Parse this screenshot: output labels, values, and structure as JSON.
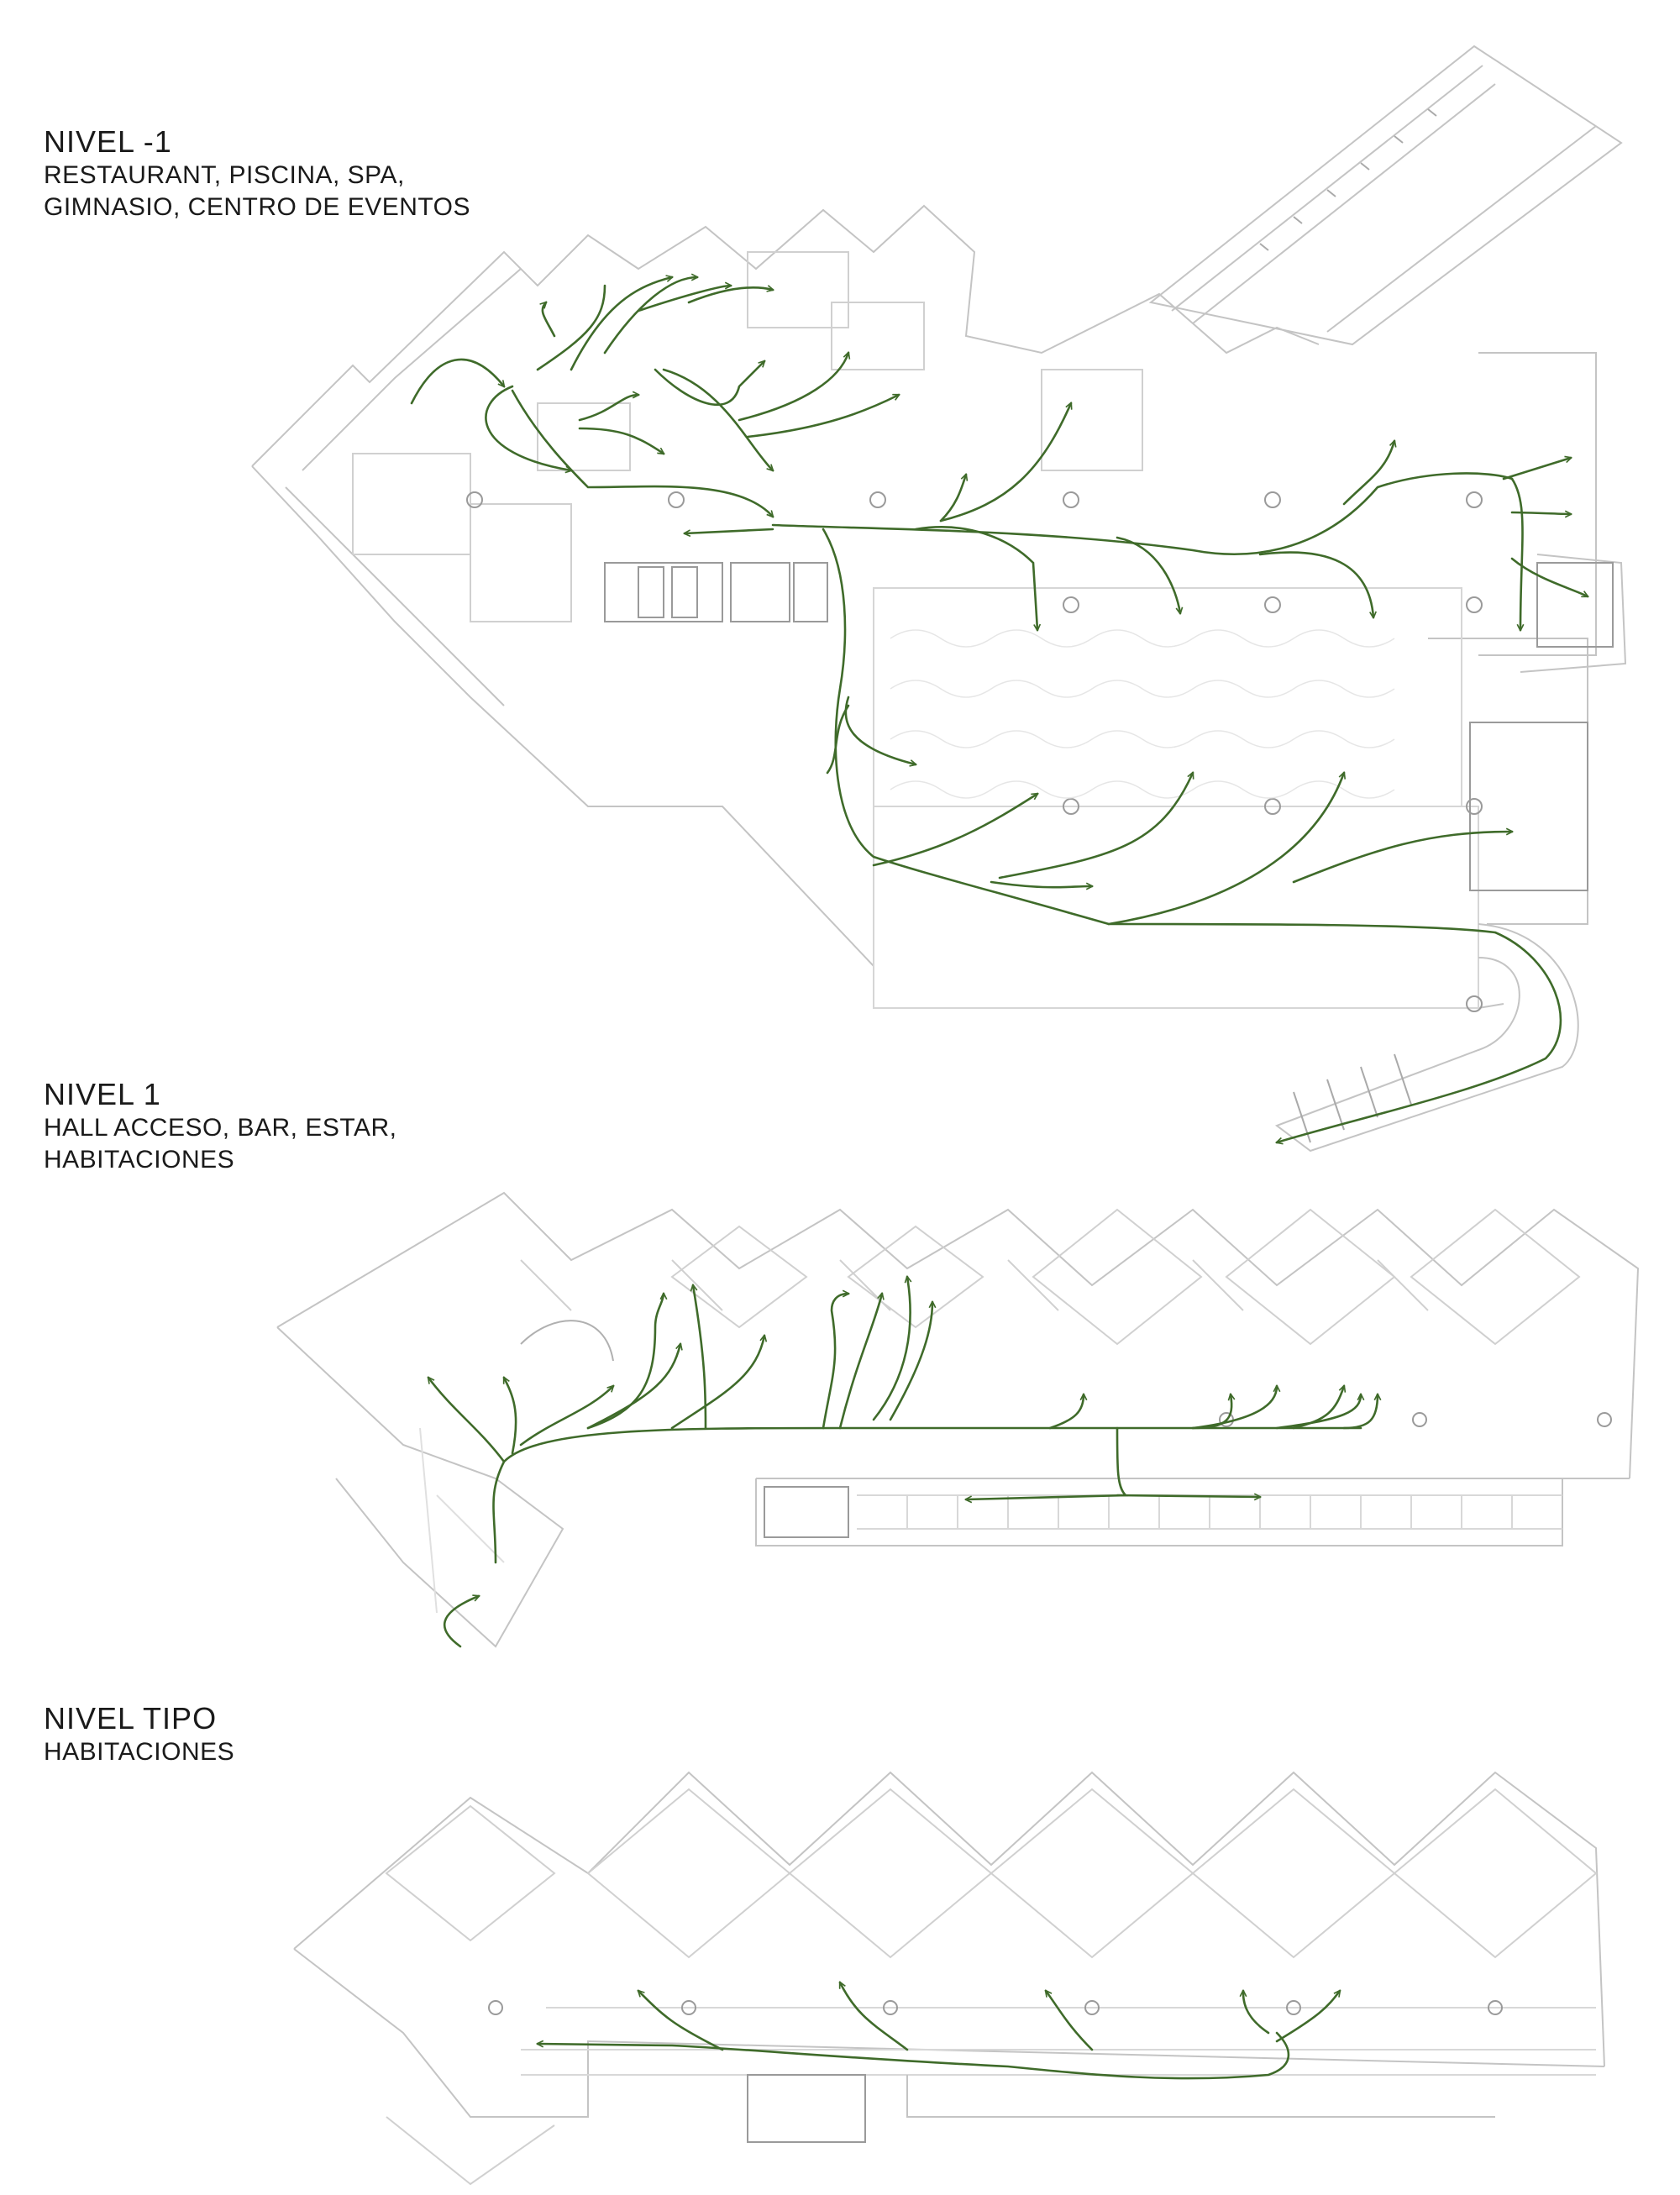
{
  "levels": [
    {
      "title": "NIVEL -1",
      "subtitle_lines": [
        "RESTAURANT, PISCINA, SPA,",
        "GIMNASIO, CENTRO DE EVENTOS"
      ]
    },
    {
      "title": "NIVEL 1",
      "subtitle_lines": [
        "HALL ACCESO, BAR, ESTAR,",
        "HABITACIONES"
      ]
    },
    {
      "title": "NIVEL TIPO",
      "subtitle_lines": [
        "HABITACIONES"
      ]
    }
  ],
  "colors": {
    "circulation_arrow": "#3f6b2a",
    "plan_line": "#c4c4c4",
    "plan_line_dark": "#9a9a9a",
    "text": "#1a1a1a"
  }
}
